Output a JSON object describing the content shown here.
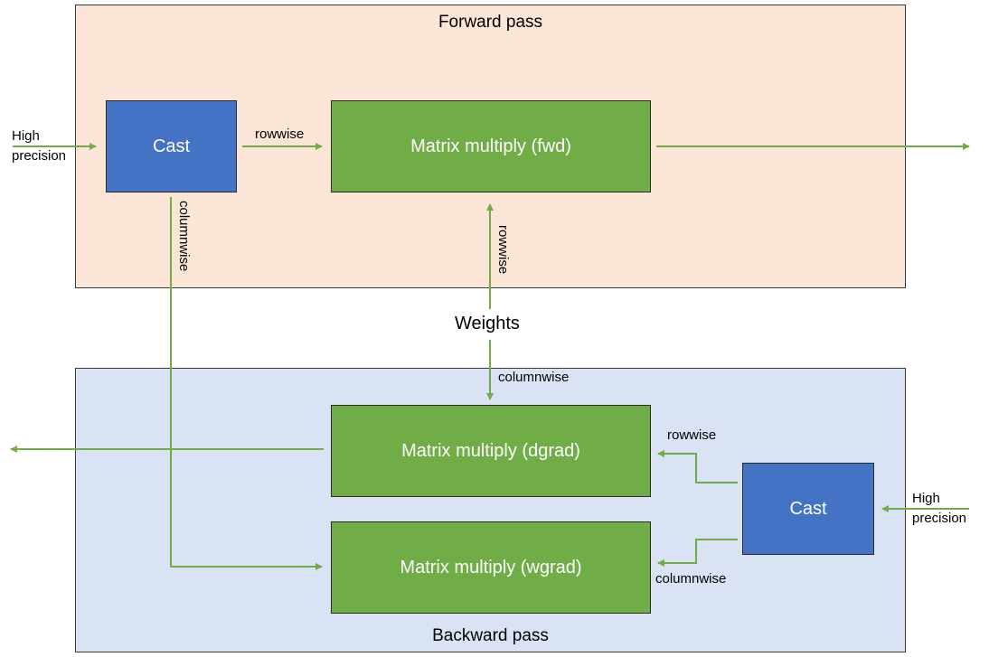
{
  "colors": {
    "forward_bg": "#fbe5d6",
    "backward_bg": "#dae3f3",
    "cast_box": "#4472c4",
    "matmul_box": "#70ad47",
    "arrow": "#70ad47"
  },
  "forward": {
    "title": "Forward pass",
    "cast_label": "Cast",
    "matmul_label": "Matrix multiply (fwd)",
    "input_label_line1": "High",
    "input_label_line2": "precision",
    "cast_to_matmul_label": "rowwise",
    "cast_down_label": "columnwise",
    "weights_up_label": "rowwise"
  },
  "weights": {
    "label": "Weights",
    "down_label": "columnwise"
  },
  "backward": {
    "title": "Backward pass",
    "dgrad_label": "Matrix multiply (dgrad)",
    "wgrad_label": "Matrix multiply (wgrad)",
    "cast_label": "Cast",
    "input_label_line1": "High",
    "input_label_line2": "precision",
    "cast_to_dgrad_label": "rowwise",
    "cast_to_wgrad_label": "columnwise"
  }
}
